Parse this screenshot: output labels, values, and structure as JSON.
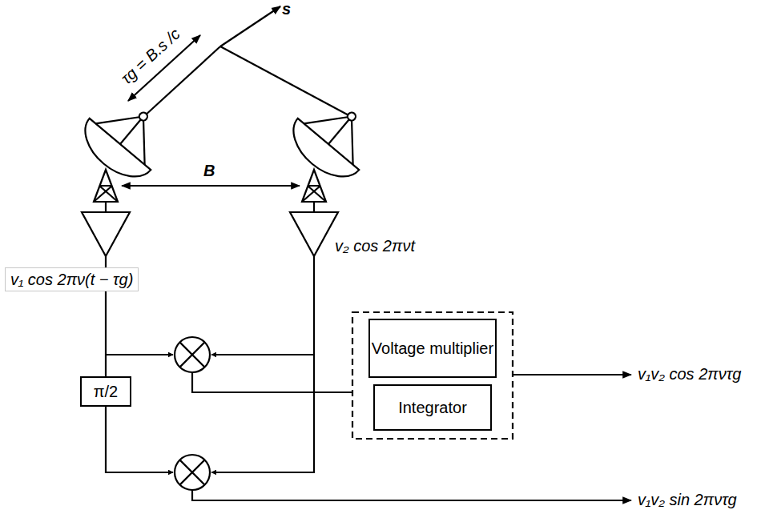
{
  "diagram": {
    "nodes": [
      {
        "text": [
          "π/2"
        ]
      },
      {
        "text": [
          "Voltage multiplier"
        ]
      },
      {
        "text": [
          "Integrator"
        ]
      }
    ],
    "labels": [
      "s",
      "τg = B.s /c",
      "B",
      "v₂ cos 2πνt",
      "v₁ cos 2πν(t − τg)",
      "v₁v₂ cos 2πντg",
      "v₁v₂ sin 2πντg"
    ]
  }
}
